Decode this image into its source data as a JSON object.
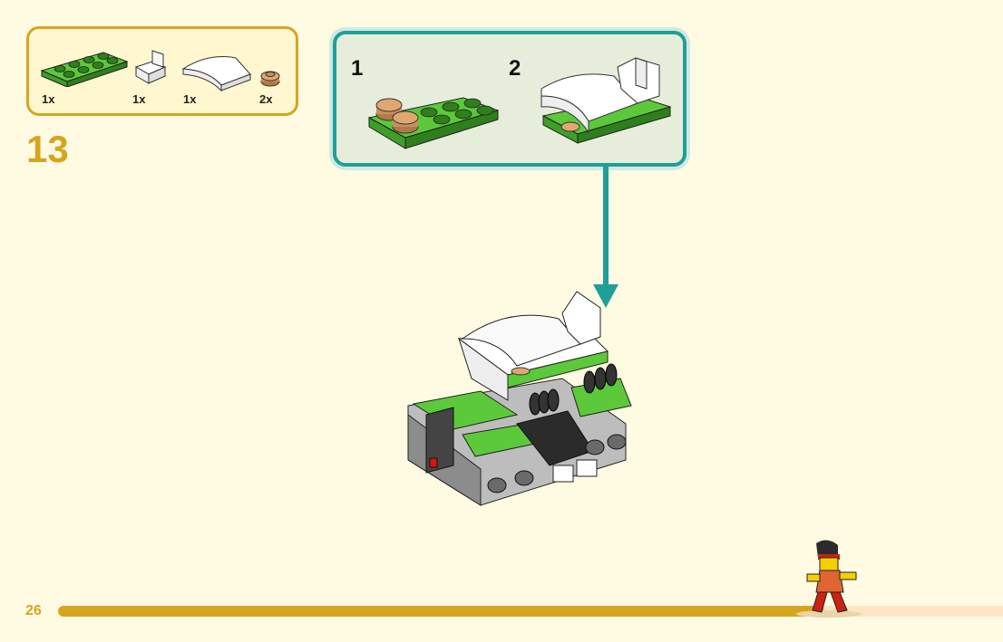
{
  "parts": [
    {
      "name": "green-plate-2x4",
      "qty": "1x"
    },
    {
      "name": "white-bracket",
      "qty": "1x"
    },
    {
      "name": "white-curved-slope",
      "qty": "1x"
    },
    {
      "name": "tan-round-plate",
      "qty": "2x"
    }
  ],
  "step": {
    "number": "13"
  },
  "substeps": [
    {
      "number": "1"
    },
    {
      "number": "2"
    }
  ],
  "page": {
    "number": "26",
    "progress": 0.81
  },
  "colors": {
    "accent": "#d6a520",
    "teal": "#1f9f98",
    "background": "#fffbe3",
    "green": "#5cc93a"
  }
}
